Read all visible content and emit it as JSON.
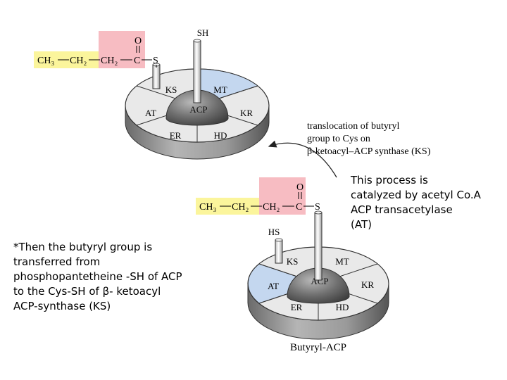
{
  "colors": {
    "acyl_yellow": "#fbf59c",
    "carbonyl_pink": "#f7bcc2",
    "blue_segment": "#c4d7ef",
    "segment_gray": "#e9e9e9",
    "center_dome": "#707070",
    "outline": "#333333"
  },
  "top_complex": {
    "chain_methyl": "CH₃",
    "chain_ch2_a": "CH₂",
    "chain_ch2_b": "CH₂",
    "carbonyl_o": "O",
    "carbonyl_c": "C",
    "thio_s": "S",
    "sh_label": "SH",
    "segments": {
      "ks": "KS",
      "mt": "MT",
      "at": "AT",
      "kr": "KR",
      "er": "ER",
      "hd": "HD",
      "acp": "ACP"
    }
  },
  "translocation_caption": {
    "line1": "translocation of butyryl",
    "line2": "group to Cys on",
    "line3": "β-ketoacyl–ACP synthase (KS)"
  },
  "bottom_complex": {
    "chain_methyl": "CH₃",
    "chain_ch2_a": "CH₂",
    "chain_ch2_b": "CH₂",
    "carbonyl_o": "O",
    "carbonyl_c": "C",
    "thio_s": "S",
    "hs_label": "HS",
    "segments": {
      "ks": "KS",
      "mt": "MT",
      "at": "AT",
      "kr": "KR",
      "er": "ER",
      "hd": "HD",
      "acp": "ACP"
    },
    "name": "Butyryl-ACP"
  },
  "notes": {
    "process": "This process is\ncatalyzed by acetyl Co.A\nACP transacetylase\n(AT)",
    "transfer": "*Then the butyryl group is\ntransferred from\nphosphopantetheine -SH of ACP\nto the Cys-SH of β- ketoacyl\nACP-synthase (KS)"
  }
}
